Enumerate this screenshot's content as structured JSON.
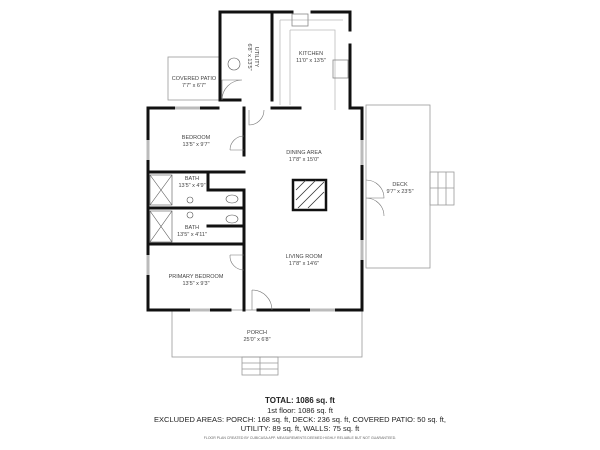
{
  "rooms": [
    {
      "name": "KITCHEN",
      "size": "11'0\" x 13'5\""
    },
    {
      "name": "UTILITY",
      "size": "6'8\" x 13'5\""
    },
    {
      "name": "COVERED PATIO",
      "size": "7'7\" x 6'7\""
    },
    {
      "name": "BEDROOM",
      "size": "13'5\" x 9'7\""
    },
    {
      "name": "DINING AREA",
      "size": "17'8\" x 15'0\""
    },
    {
      "name": "BATH",
      "size": "13'5\" x 4'9\""
    },
    {
      "name": "BATH",
      "size": "13'5\" x 4'11\""
    },
    {
      "name": "DECK",
      "size": "9'7\" x 23'5\""
    },
    {
      "name": "LIVING ROOM",
      "size": "17'8\" x 14'6\""
    },
    {
      "name": "PRIMARY BEDROOM",
      "size": "13'5\" x 9'3\""
    },
    {
      "name": "PORCH",
      "size": "25'0\" x 6'8\""
    }
  ],
  "summary": {
    "total": "TOTAL: 1086 sq. ft",
    "floor": "1st floor: 1086 sq. ft",
    "excluded_1": "EXCLUDED AREAS: PORCH: 168 sq. ft, DECK: 236 sq. ft, COVERED PATIO: 50 sq. ft,",
    "excluded_2": "UTILITY: 89 sq. ft, WALLS: 75 sq. ft",
    "disclaimer": "FLOOR PLAN CREATED BY CUBICASA APP. MEASUREMENTS DEEMED HIGHLY RELIABLE BUT NOT GUARANTEED."
  }
}
